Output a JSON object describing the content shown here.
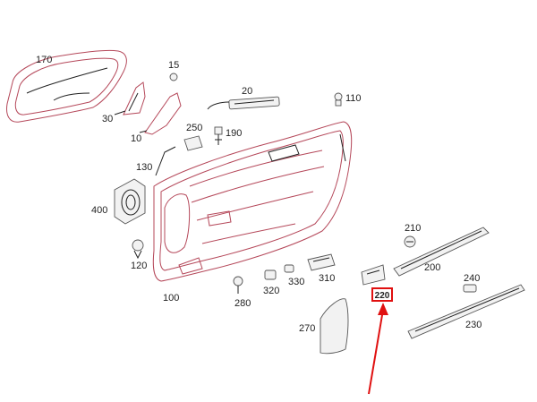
{
  "diagram": {
    "parts": [
      {
        "id": "p170",
        "number": "170"
      },
      {
        "id": "p15",
        "number": "15"
      },
      {
        "id": "p20",
        "number": "20"
      },
      {
        "id": "p110",
        "number": "110"
      },
      {
        "id": "p30",
        "number": "30"
      },
      {
        "id": "p10",
        "number": "10"
      },
      {
        "id": "p250",
        "number": "250"
      },
      {
        "id": "p190",
        "number": "190"
      },
      {
        "id": "p130",
        "number": "130"
      },
      {
        "id": "p400",
        "number": "400"
      },
      {
        "id": "p120",
        "number": "120"
      },
      {
        "id": "p100",
        "number": "100"
      },
      {
        "id": "p280",
        "number": "280"
      },
      {
        "id": "p320",
        "number": "320"
      },
      {
        "id": "p330",
        "number": "330"
      },
      {
        "id": "p310",
        "number": "310"
      },
      {
        "id": "p270",
        "number": "270"
      },
      {
        "id": "p210",
        "number": "210"
      },
      {
        "id": "p200",
        "number": "200"
      },
      {
        "id": "p240",
        "number": "240"
      },
      {
        "id": "p230",
        "number": "230"
      }
    ],
    "highlighted_part": "220",
    "colors": {
      "highlight": "#e01010",
      "part_outline": "#b5485a",
      "line": "#222222"
    }
  }
}
